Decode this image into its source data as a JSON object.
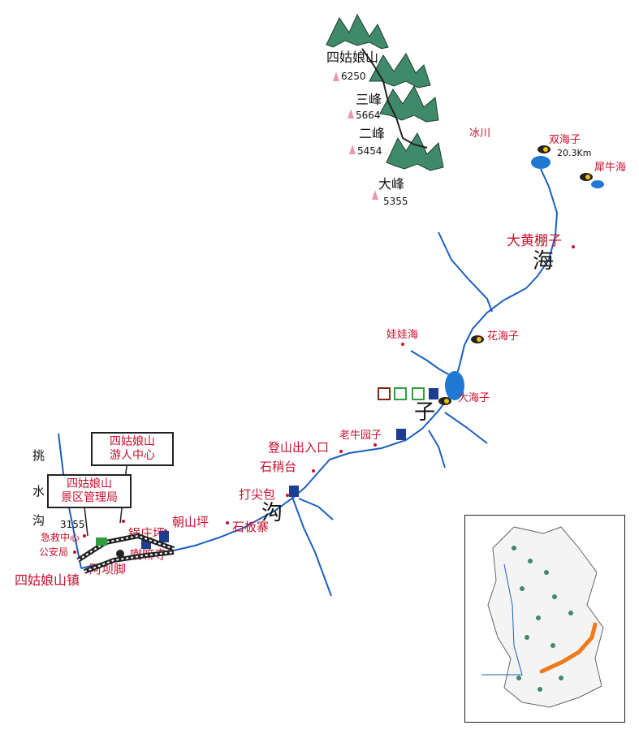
{
  "peaks": [
    {
      "name": "四姑娘山",
      "elevation": "6250"
    },
    {
      "name": "三峰",
      "elevation": "5664"
    },
    {
      "name": "二峰",
      "elevation": "5454"
    },
    {
      "name": "大峰",
      "elevation": "5355"
    }
  ],
  "places": {
    "glacier": "冰川",
    "shuanghaizi": "双海子",
    "distance": "20.3Km",
    "xiniuhai": "犀牛海",
    "dahuangpengzi": "大黄棚子",
    "wawahai": "娃娃海",
    "huahaizi": "花海子",
    "dahaizi": "大海子",
    "laoniuyuanzi": "老牛园子",
    "dengshan": "登山出入口",
    "shishaotai": "石稍台",
    "dajianbao": "打尖包",
    "shibanzhai": "石板寨",
    "chaoshanping": "朝山坪",
    "guozhuangping": "锅庄坪",
    "lamajiao": "喇嘛寺",
    "baiyangjiao": "阿坝脚",
    "emergency": "急救中心",
    "police": "公安局",
    "town": "四姑娘山镇",
    "town_elevation": "3155"
  },
  "valley_title": [
    "海",
    "子",
    "沟"
  ],
  "side_river": [
    "挑",
    "水",
    "沟"
  ],
  "boxes": {
    "visitor_center": [
      "四姑娘山",
      "游人中心"
    ],
    "admin_bureau": [
      "四姑娘山",
      "景区管理局"
    ]
  },
  "colors": {
    "river": "#1c5fbf",
    "label_red": "#c8102e",
    "peak_marker": "#e79aa9",
    "route_orange": "#f07a1a",
    "lake": "#1f78d1"
  }
}
